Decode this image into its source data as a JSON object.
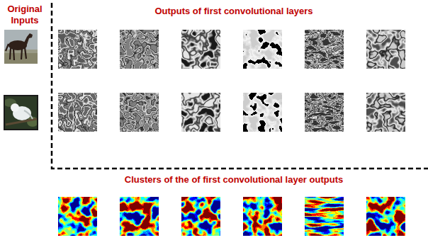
{
  "diagram": {
    "labels": [
      "Original Inputs",
      "Outputs of first convolutional layers",
      "Clusters of the of first convolutional layer outputs"
    ]
  }
}
